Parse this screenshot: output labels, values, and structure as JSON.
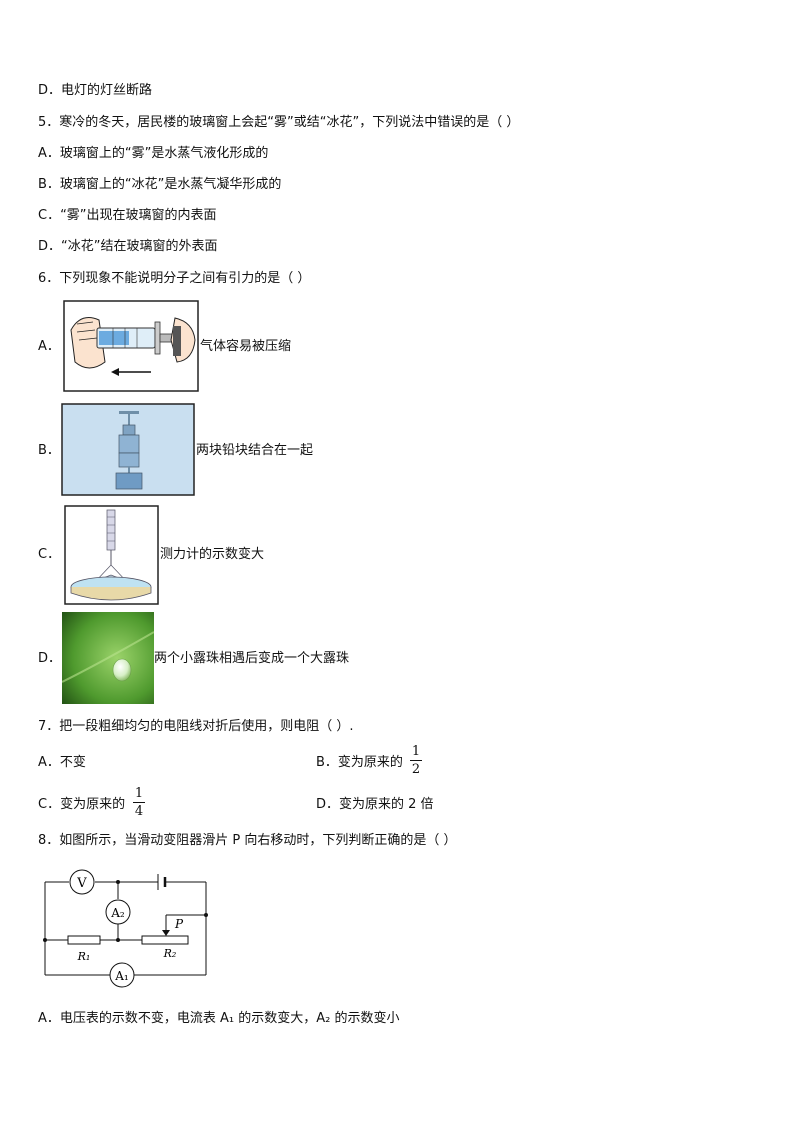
{
  "items": {
    "q4d": "D．电灯的灯丝断路",
    "q5": "5．寒冷的冬天，居民楼的玻璃窗上会起“雾”或结“冰花”，下列说法中错误的是（  ）",
    "q5a": "A．玻璃窗上的“雾”是水蒸气液化形成的",
    "q5b": "B．玻璃窗上的“冰花”是水蒸气凝华形成的",
    "q5c": "C．“雾”出现在玻璃窗的内表面",
    "q5d": "D．“冰花”结在玻璃窗的外表面",
    "q6": "6．下列现象不能说明分子之间有引力的是（      ）",
    "q6a_label": "A．",
    "q6a_text": "气体容易被压缩",
    "q6b_label": "B．",
    "q6b_text": "两块铅块结合在一起",
    "q6c_label": "C．",
    "q6c_text": "测力计的示数变大",
    "q6d_label": "D．",
    "q6d_text": "两个小露珠相遇后变成一个大露珠",
    "q7": "7．把一段粗细均匀的电阻线对折后使用，则电阻（     ）.",
    "q7a": "A．不变",
    "q7b": "B．变为原来的",
    "q7b_num": "1",
    "q7b_den": "2",
    "q7c": "C．变为原来的",
    "q7c_num": "1",
    "q7c_den": "4",
    "q7d": "D．变为原来的 2 倍",
    "q8": "8．如图所示，当滑动变阻器滑片 P 向右移动时，下列判断正确的是（      ）",
    "q8a": "A．电压表的示数不变，电流表 A₁ 的示数变大，A₂ 的示数变小"
  },
  "circuit": {
    "voltmeter": "V",
    "ammeter2": "A₂",
    "ammeter1": "A₁",
    "slider": "P",
    "r1": "R₁",
    "r2": "R₂"
  }
}
